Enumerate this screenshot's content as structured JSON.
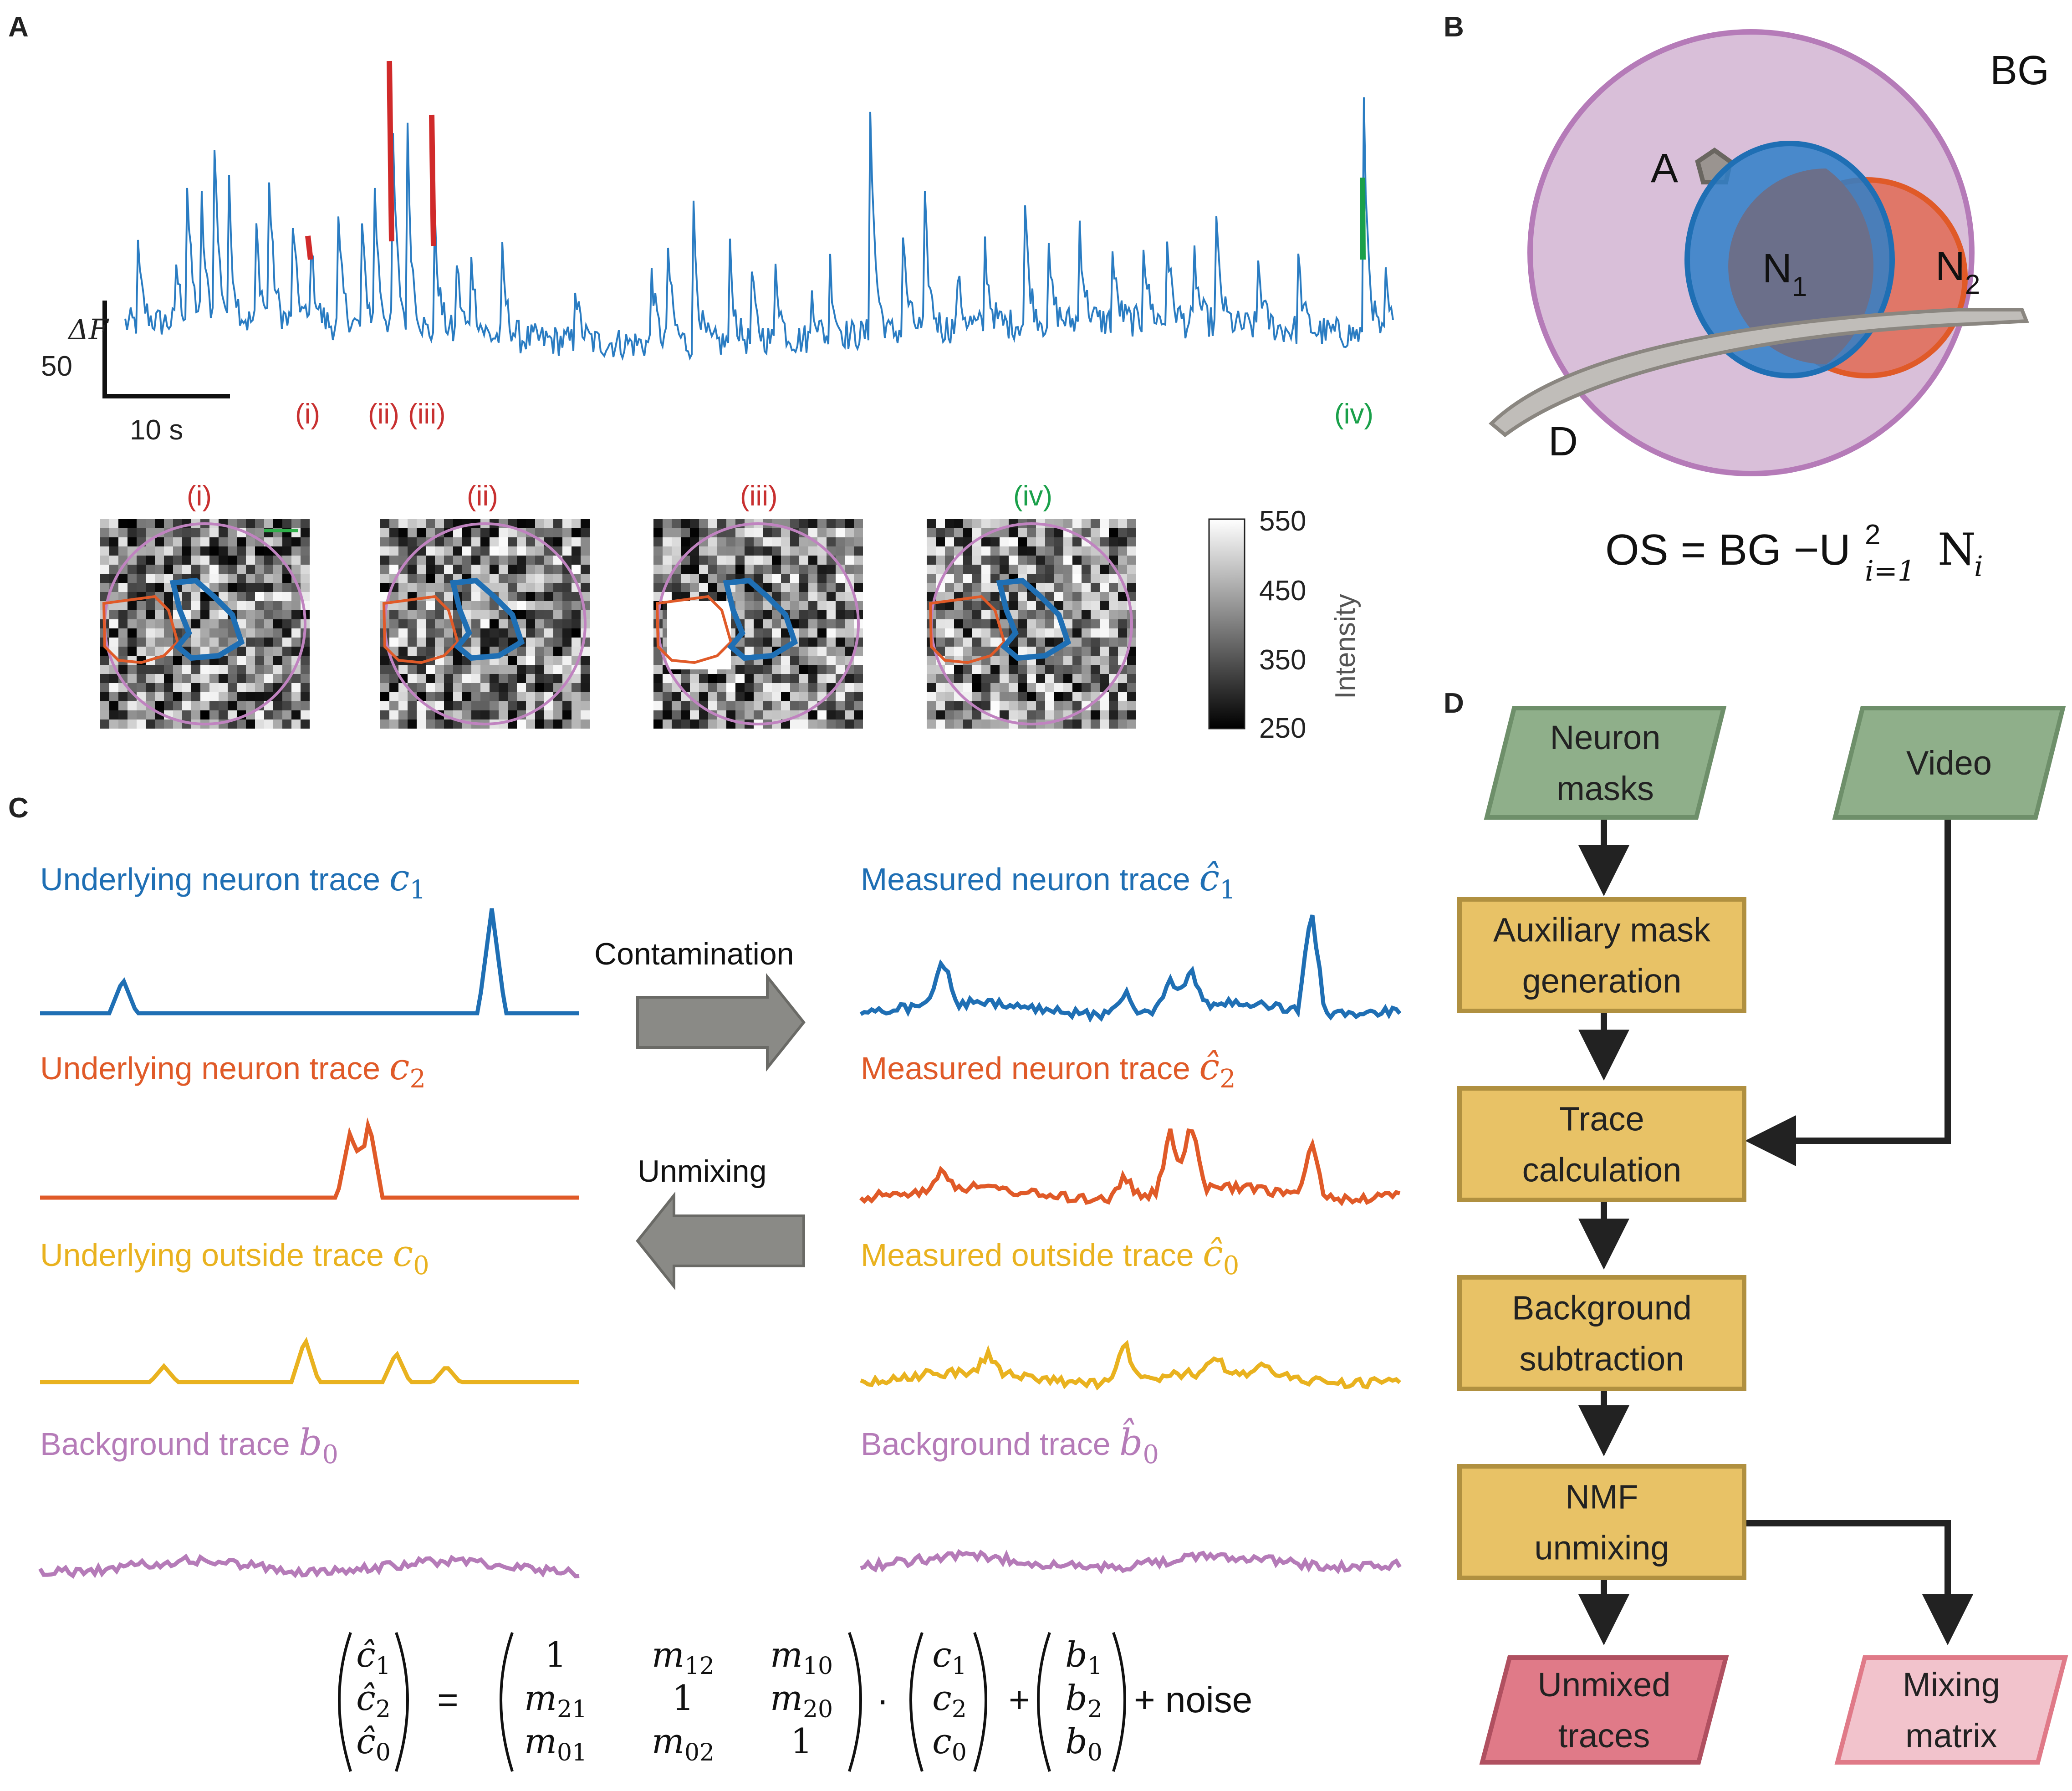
{
  "colors": {
    "blue": "#1f6fb4",
    "trace_blue": "#2a7cc2",
    "red": "#d02a2a",
    "orange": "#e25a24",
    "green": "#1aa04a",
    "yellow": "#e9b21f",
    "purple": "#b57bb8",
    "light_purple": "#d9bfd9",
    "gray_arrow": "#8a8a86",
    "node_green": "#8faf8a",
    "node_yellow": "#e8c266",
    "node_pink": "#e07a88",
    "node_light_pink": "#f2c3cc"
  },
  "panelA": {
    "letter": "A",
    "scale_y_label": "ΔF",
    "scale_y_value": "50",
    "scale_x_label": "10 s",
    "event_labels": [
      "(i)",
      "(ii)",
      "(iii)",
      "(iv)"
    ],
    "frame_labels": [
      "(i)",
      "(ii)",
      "(iii)",
      "(iv)"
    ],
    "colorbar": {
      "label": "Intensity",
      "ticks": [
        "550",
        "450",
        "350",
        "250"
      ]
    }
  },
  "panelB": {
    "letter": "B",
    "bg_label": "BG",
    "a_label": "A",
    "n1_main": "N",
    "n1_sub": "1",
    "n2_main": "N",
    "n2_sub": "2",
    "d_label": "D",
    "eq_prefix": "OS = BG −U",
    "eq_sup": "2",
    "eq_sub": "i=1",
    "eq_n": "N",
    "eq_n_sub": "i"
  },
  "panelC": {
    "letter": "C",
    "left": [
      {
        "text": "Underlying neuron trace",
        "sym": "c",
        "sub": "1"
      },
      {
        "text": "Underlying neuron trace",
        "sym": "c",
        "sub": "2"
      },
      {
        "text": "Underlying outside trace",
        "sym": "c",
        "sub": "0"
      },
      {
        "text": "Background trace",
        "sym": "b",
        "sub": "0"
      }
    ],
    "right": [
      {
        "text": "Measured neuron trace",
        "sym": "ĉ",
        "sub": "1"
      },
      {
        "text": "Measured neuron trace",
        "sym": "ĉ",
        "sub": "2"
      },
      {
        "text": "Measured outside trace",
        "sym": "ĉ",
        "sub": "0"
      },
      {
        "text": "Background trace",
        "sym": "b̂",
        "sub": "0"
      }
    ],
    "contamination_label": "Contamination",
    "unmixing_label": "Unmixing",
    "equation": {
      "lhs": [
        [
          "ĉ",
          "1"
        ],
        [
          "ĉ",
          "2"
        ],
        [
          "ĉ",
          "0"
        ]
      ],
      "matrix": [
        [
          [
            "1",
            ""
          ],
          [
            "m",
            "12"
          ],
          [
            "m",
            "10"
          ]
        ],
        [
          [
            "m",
            "21"
          ],
          [
            "1",
            ""
          ],
          [
            "m",
            "20"
          ]
        ],
        [
          [
            "m",
            "01"
          ],
          [
            "m",
            "02"
          ],
          [
            "1",
            ""
          ]
        ]
      ],
      "c_vec": [
        [
          "c",
          "1"
        ],
        [
          "c",
          "2"
        ],
        [
          "c",
          "0"
        ]
      ],
      "b_vec": [
        [
          "b",
          "1"
        ],
        [
          "b",
          "2"
        ],
        [
          "b",
          "0"
        ]
      ],
      "equals": "=",
      "dot": "·",
      "plus": "+",
      "noise": "+ noise"
    }
  },
  "panelD": {
    "letter": "D",
    "nodes": {
      "neuron_masks": [
        "Neuron",
        "masks"
      ],
      "video": [
        "Video"
      ],
      "aux_mask": [
        "Auxiliary mask",
        "generation"
      ],
      "trace_calc": [
        "Trace",
        "calculation"
      ],
      "background_sub": [
        "Background",
        "subtraction"
      ],
      "nmf": [
        "NMF",
        "unmixing"
      ],
      "unmixed": [
        "Unmixed",
        "traces"
      ],
      "mixing": [
        "Mixing",
        "matrix"
      ]
    }
  }
}
